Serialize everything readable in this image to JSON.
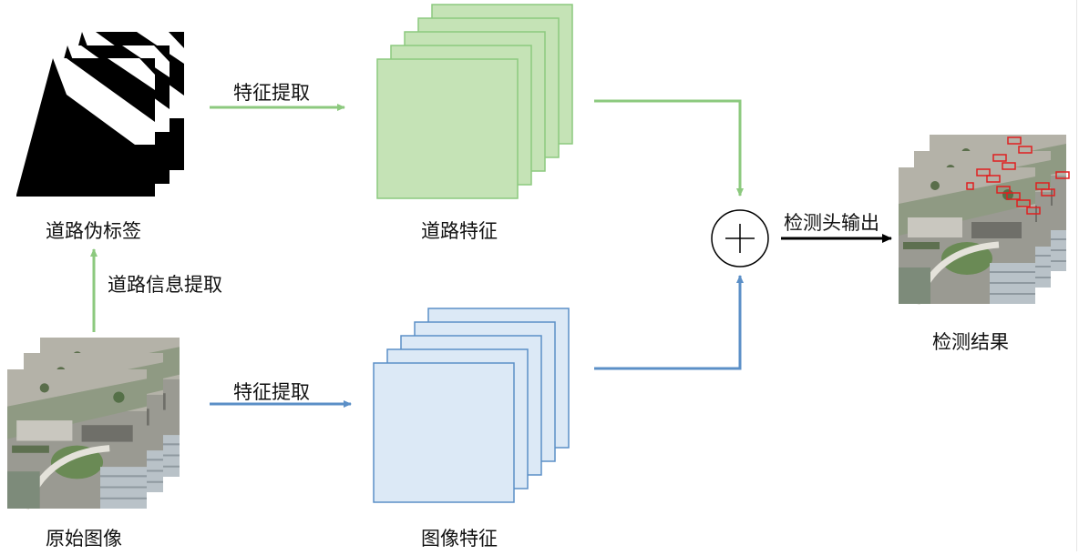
{
  "labels": {
    "road_pseudo_label": "道路伪标签",
    "road_info_extraction": "道路信息提取",
    "original_image": "原始图像",
    "feature_extraction_top": "特征提取",
    "feature_extraction_bottom": "特征提取",
    "road_features": "道路特征",
    "image_features": "图像特征",
    "detection_head_output": "检测头输出",
    "detection_result": "检测结果"
  },
  "colors": {
    "green_stroke": "#8cc97e",
    "green_fill": "#c5e3b6",
    "blue_stroke": "#5b8fc7",
    "blue_fill": "#dce9f6",
    "black": "#000000"
  },
  "icons": {
    "fusion": "circle-plus-icon"
  }
}
